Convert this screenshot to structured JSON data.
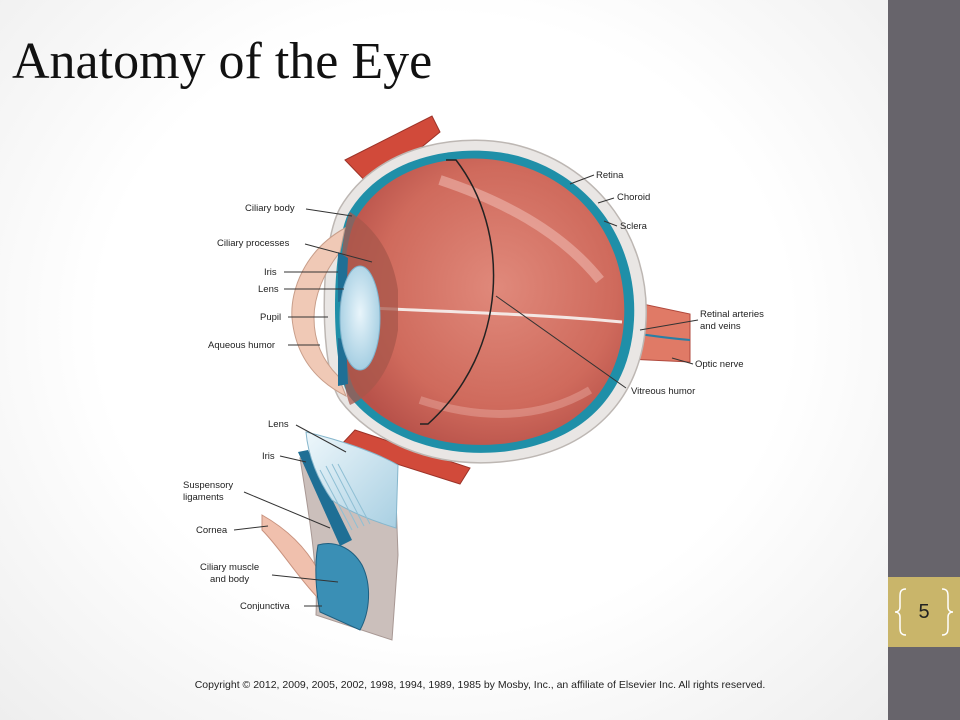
{
  "slide": {
    "title": "Anatomy of the Eye",
    "page_number": "5",
    "copyright": "Copyright © 2012, 2009, 2005, 2002, 1998, 1994, 1989, 1985 by Mosby, Inc., an affiliate of Elsevier Inc. All rights reserved."
  },
  "main_labels": {
    "retina": "Retina",
    "choroid": "Choroid",
    "sclera": "Sclera",
    "retinal_arteries_1": "Retinal arteries",
    "retinal_arteries_2": "and veins",
    "optic_nerve": "Optic nerve",
    "vitreous_humor": "Vitreous humor",
    "ciliary_body": "Ciliary body",
    "ciliary_processes": "Ciliary processes",
    "iris": "Iris",
    "lens": "Lens",
    "pupil": "Pupil",
    "aqueous_humor": "Aqueous humor"
  },
  "detail_labels": {
    "lens": "Lens",
    "iris": "Iris",
    "suspensory_1": "Suspensory",
    "suspensory_2": "ligaments",
    "cornea": "Cornea",
    "ciliary_muscle_1": "Ciliary muscle",
    "ciliary_muscle_2": "and body",
    "conjunctiva": "Conjunctiva"
  },
  "colors": {
    "sidebar": "#67646b",
    "page_badge": "#c9b56a",
    "vitreous": "#cf6a5c",
    "choroid": "#1f8fa8",
    "sclera": "#e9e6e4",
    "muscle": "#d14a3a",
    "lens": "#bcdcea"
  }
}
